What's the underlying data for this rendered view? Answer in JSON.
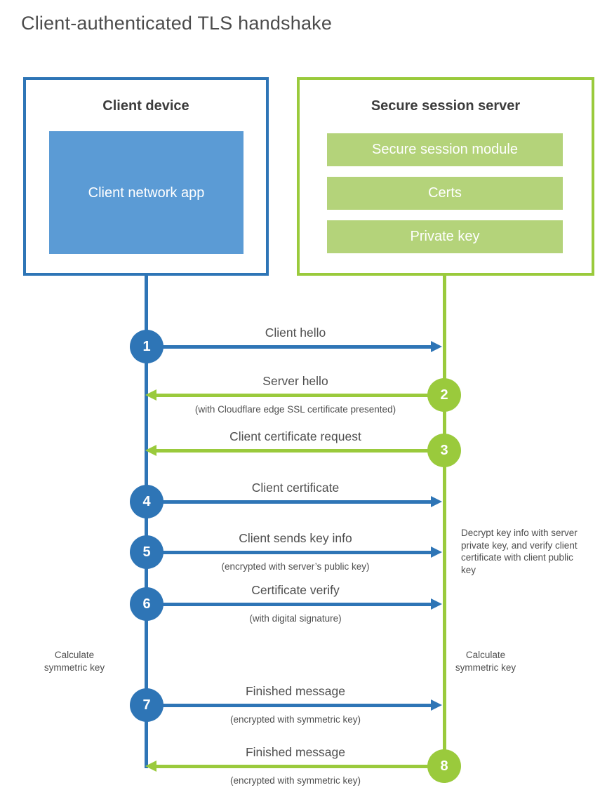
{
  "title": "Client-authenticated TLS handshake",
  "client": {
    "header": "Client device",
    "app_label": "Client network app"
  },
  "server": {
    "header": "Secure session server",
    "modules": [
      "Secure session module",
      "Certs",
      "Private key"
    ]
  },
  "steps": [
    {
      "num": "1",
      "label": "Client hello",
      "direction": "client-to-server"
    },
    {
      "num": "2",
      "label": "Server hello",
      "note": "(with Cloudflare edge SSL certificate presented)",
      "direction": "server-to-client"
    },
    {
      "num": "3",
      "label": "Client certificate request",
      "direction": "server-to-client"
    },
    {
      "num": "4",
      "label": "Client certificate",
      "direction": "client-to-server"
    },
    {
      "num": "5",
      "label": "Client sends key info",
      "note": "(encrypted with server’s public key)",
      "direction": "client-to-server"
    },
    {
      "num": "6",
      "label": "Certificate verify",
      "note": "(with digital signature)",
      "direction": "client-to-server"
    },
    {
      "num": "7",
      "label": "Finished message",
      "note": "(encrypted with symmetric key)",
      "direction": "client-to-server"
    },
    {
      "num": "8",
      "label": "Finished message",
      "note": "(encrypted with symmetric key)",
      "direction": "server-to-client"
    }
  ],
  "side_notes": {
    "decrypt": "Decrypt key info with server private key, and verify client certificate with client public key",
    "calc_left": "Calculate symmetric key",
    "calc_right": "Calculate symmetric key"
  },
  "colors": {
    "blue": "#2e75b6",
    "blue_light": "#5b9bd5",
    "green": "#9aca3c",
    "green_light": "#b4d37a"
  }
}
